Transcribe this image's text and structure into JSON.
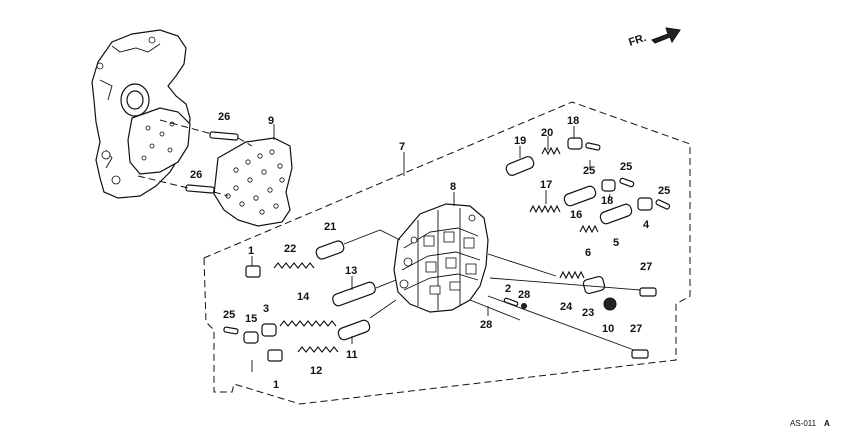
{
  "direction_label": "FR.",
  "drawing_code": "AS-011",
  "drawing_code_suffix": "A",
  "callouts": {
    "c1_top": "1",
    "c1_bottom": "1",
    "c2": "2",
    "c3": "3",
    "c4": "4",
    "c5": "5",
    "c6": "6",
    "c7": "7",
    "c8": "8",
    "c9": "9",
    "c10": "10",
    "c11": "11",
    "c12": "12",
    "c13": "13",
    "c14": "14",
    "c15": "15",
    "c16": "16",
    "c17": "17",
    "c18_top": "18",
    "c18_mid": "18",
    "c19": "19",
    "c20": "20",
    "c21": "21",
    "c22": "22",
    "c23": "23",
    "c24": "24",
    "c25_a": "25",
    "c25_b": "25",
    "c25_c": "25",
    "c25_left": "25",
    "c26_top": "26",
    "c26_bottom": "26",
    "c27_top": "27",
    "c27_bottom": "27",
    "c28_a": "28",
    "c28_b": "28"
  }
}
